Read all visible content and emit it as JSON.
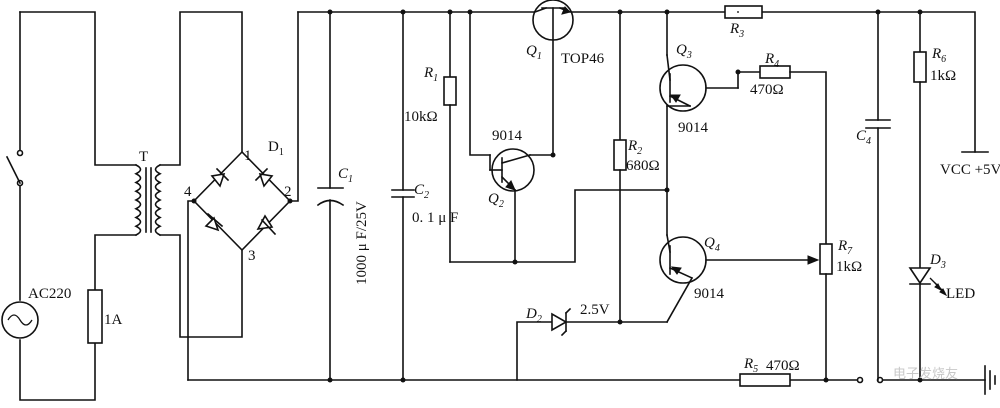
{
  "labels": {
    "transformer": "T",
    "ac_source": "AC220",
    "fuse": "1A",
    "bridge_base": "D",
    "bridge_sub": "1",
    "bridge_pin1": "1",
    "bridge_pin2": "2",
    "bridge_pin3": "3",
    "bridge_pin4": "4",
    "c1_base": "C",
    "c1_sub": "1",
    "c1_value": "1000 μ F/25V",
    "c2_base": "C",
    "c2_sub": "2",
    "c2_value": "0. 1 μ F",
    "r1_base": "R",
    "r1_sub": "1",
    "r1_value": "10kΩ",
    "q1_base": "Q",
    "q1_sub": "1",
    "q1_type": "TOP46",
    "q2_base": "Q",
    "q2_sub": "2",
    "q2_type": "9014",
    "q3_base": "Q",
    "q3_sub": "3",
    "q3_type": "9014",
    "q4_base": "Q",
    "q4_sub": "4",
    "q4_type": "9014",
    "r2_base": "R",
    "r2_sub": "2",
    "r2_value": "680Ω",
    "r3_base": "R",
    "r3_sub": "3",
    "r4_base": "R",
    "r4_sub": "4",
    "r4_value": "470Ω",
    "r5_base": "R",
    "r5_sub": "5",
    "r5_value": "470Ω",
    "r6_base": "R",
    "r6_sub": "6",
    "r6_value": "1kΩ",
    "r7_base": "R",
    "r7_sub": "7",
    "r7_value": "1kΩ",
    "c4_base": "C",
    "c4_sub": "4",
    "d2_base": "D",
    "d2_sub": "2",
    "d2_value": "2.5V",
    "d3_base": "D",
    "d3_sub": "3",
    "led": "LED",
    "vcc": "VCC +5V",
    "watermark": "电子发烧友"
  }
}
